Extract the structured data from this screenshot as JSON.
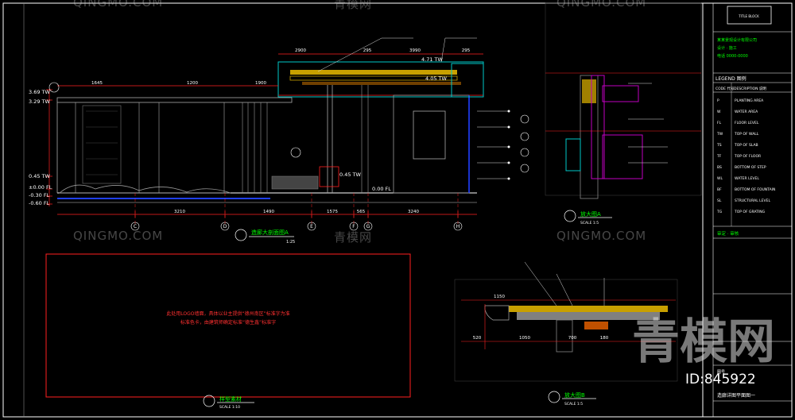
{
  "colors": {
    "background": "#000000",
    "frame": "#ffffff",
    "dimension": "#ff2020",
    "leader": "#ffffff",
    "cyan_outline": "#00c8c8",
    "yellow_panel": "#c8a000",
    "magenta": "#c000c0",
    "blue_line": "#2040ff",
    "green_text": "#00ff00",
    "grey_structure": "#808080",
    "red_text": "#ff3030",
    "watermark": "#c8c8c8"
  },
  "drawing": {
    "section_a_title": "造廊大剖面图A",
    "section_a_scale": "1:25",
    "detail_a_title": "放大图A",
    "detail_a_scale": "SCALE 1:5",
    "detail_b_title": "放大图B",
    "detail_b_scale": "SCALE 1:5",
    "sample_title": "样型素材",
    "sample_scale": "SCALE 1:10",
    "sample_note_1": "此处用LOGO墙面，具体以业主提供“德州南区”标准字为准",
    "sample_note_2": "标准色卡，由建筑师确定标准“德生鑫”标准字",
    "elevations": [
      "3.69 TW",
      "3.29 TW",
      "0.45 TW",
      "±0.00 FL",
      "-0.30 FL",
      "-0.60 FL",
      "4.71 TW",
      "4.05 TW",
      "0.45 TW",
      "0.00 FL"
    ],
    "grid_labels": [
      "C",
      "D",
      "E",
      "F",
      "G",
      "H"
    ],
    "top_dims": [
      "2900",
      "295",
      "3990",
      "295",
      "1645",
      "1200",
      "1900"
    ],
    "bottom_dims": [
      "3210",
      "1490",
      "1575",
      "565",
      "3240"
    ],
    "detail_b_dims": [
      "1150",
      "520",
      "1050",
      "700",
      "180"
    ]
  },
  "legend": {
    "title": "LEGEND 图例",
    "header_code": "CODE 代号",
    "header_desc": "DESCRIPTION 说明",
    "rows": [
      {
        "code": "P",
        "text": "PLANTING AREA"
      },
      {
        "code": "W",
        "text": "WATER AREA"
      },
      {
        "code": "FL",
        "text": "FLOOR LEVEL"
      },
      {
        "code": "TW",
        "text": "TOP OF WALL"
      },
      {
        "code": "TS",
        "text": "TOP OF SLAB"
      },
      {
        "code": "TF",
        "text": "TOP OF FLOOR"
      },
      {
        "code": "BS",
        "text": "BOTTOM OF STEP"
      },
      {
        "code": "WL",
        "text": "WATER LEVEL"
      },
      {
        "code": "BF",
        "text": "BOTTOM OF FOUNTAIN"
      },
      {
        "code": "SL",
        "text": "STRUCTURAL LEVEL"
      },
      {
        "code": "TG",
        "text": "TOP OF GRATING"
      }
    ]
  },
  "title_block": {
    "company_lines": [
      "某某景观设计有限公司",
      "设计 · 施工",
      "电话 0000-0000"
    ],
    "approval_label": "审定 · 审核",
    "drawing_no_label": "图号",
    "sheet_title": "造廊详图平面图一",
    "small_box_label": "TITLE BLOCK"
  },
  "watermarks": {
    "site": "QINGMO.COM",
    "brand_cn": "青模网",
    "big_cn": "青模网",
    "id_text": "ID:845922"
  }
}
